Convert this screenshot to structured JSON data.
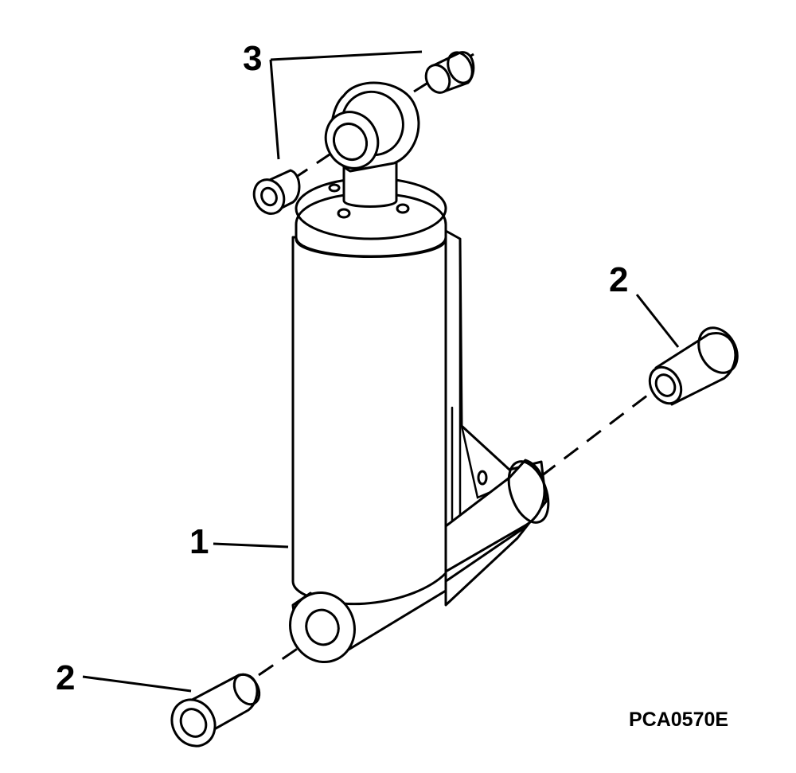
{
  "callouts": {
    "cylinder": "1",
    "bushing_right": "2",
    "bushing_left": "2",
    "pin_bushings": "3"
  },
  "figure_code": "PCA0570E"
}
